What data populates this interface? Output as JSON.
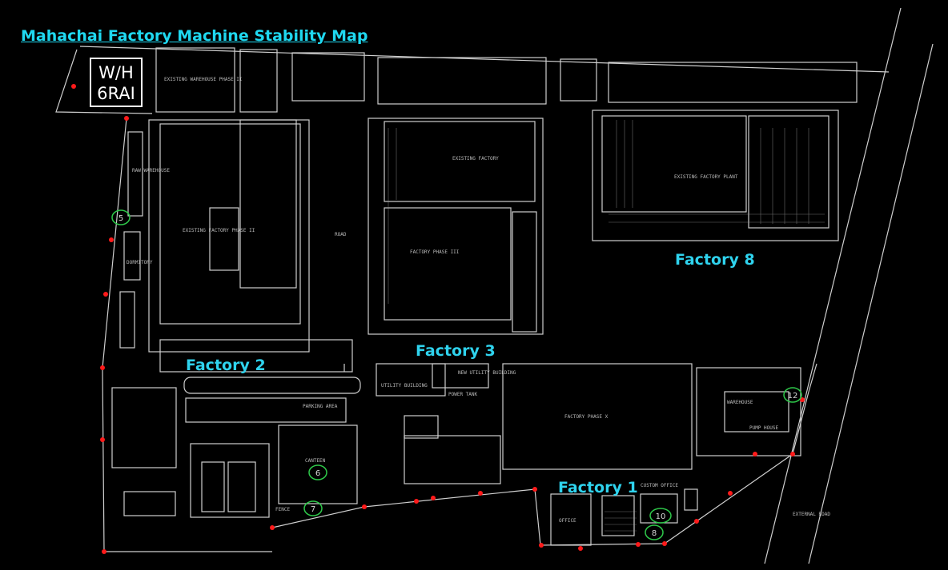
{
  "title": "Mahachai Factory Machine Stability Map",
  "warehouse_block": {
    "line1": "W/H",
    "line2": "6RAI"
  },
  "factory_labels": [
    "Factory 2",
    "Factory 3",
    "Factory 8",
    "Factory 1"
  ],
  "plan_texts": {
    "existing_warehouse": "EXISTING WAREHOUSE PHASE II",
    "existing_factory_phase2": "EXISTING FACTORY PHASE II",
    "existing_factory": "EXISTING FACTORY",
    "factory_phase_iii": "FACTORY PHASE III",
    "existing_factory_plant": "EXISTING FACTORY PLANT",
    "factory_phase_x": "FACTORY PHASE X",
    "canteen": "CANTEEN",
    "warehouse": "WAREHOUSE",
    "parking_area": "PARKING AREA",
    "office": "OFFICE",
    "custom_office": "CUSTOM OFFICE",
    "pump_house": "PUMP HOUSE",
    "dormitory": "DORMITORY",
    "raw_warehouse": "RAW WAREHOUSE",
    "new_utility": "NEW UTILITY BUILDING",
    "utility_building": "UTILITY BUILDING",
    "power_tank": "POWER TANK",
    "fence": "FENCE",
    "external_road": "EXTERNAL ROAD",
    "road": "ROAD"
  },
  "markers": [
    "5",
    "6",
    "7",
    "8",
    "10",
    "12"
  ],
  "colors": {
    "background": "#000000",
    "title": "#1fd8f0",
    "label": "#2fd3ee",
    "plan_line": "#d9d9d9",
    "point": "#ff1a1a",
    "marker": "#2ec94a"
  }
}
